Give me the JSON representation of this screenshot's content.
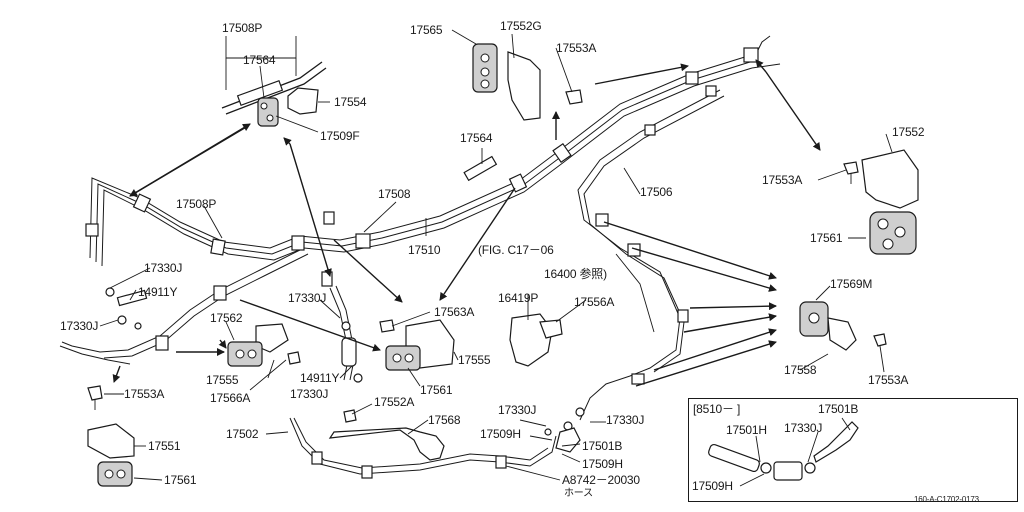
{
  "diagram": {
    "figure_code": "160-A-C1702-0173",
    "reference": {
      "line1": "(FIG. C17－06",
      "line2": "16400 参照)"
    },
    "inset_title": "[8510－         ]",
    "hose_note": "ホース",
    "labels": {
      "p17508P_top": "17508P",
      "p17564_top": "17564",
      "p17554": "17554",
      "p17509F": "17509F",
      "p17565_top": "17565",
      "p17552G": "17552G",
      "p17553A_top": "17553A",
      "p17552": "17552",
      "p17553A_right": "17553A",
      "p17561_right": "17561",
      "p17564_mid": "17564",
      "p17506": "17506",
      "p17508": "17508",
      "p17510": "17510",
      "p17508P_left": "17508P",
      "p17330J_1": "17330J",
      "p14911Y_1": "14911Y",
      "p17330J_2": "17330J",
      "p17562": "17562",
      "p17330J_3": "17330J",
      "p17563A": "17563A",
      "p16419P": "16419P",
      "p17556A": "17556A",
      "p17569M": "17569M",
      "p17555_mid": "17555",
      "p17555_left": "17555",
      "p17566A": "17566A",
      "p14911Y_2": "14911Y",
      "p17330J_4": "17330J",
      "p17561_mid": "17561",
      "p17558": "17558",
      "p17553A_far": "17553A",
      "p17553A_left": "17553A",
      "p17552A": "17552A",
      "p17568": "17568",
      "p17502": "17502",
      "p17330J_5": "17330J",
      "p17330J_6": "17330J",
      "p17509H_1": "17509H",
      "p17501B_1": "17501B",
      "p17509H_2": "17509H",
      "p17551": "17551",
      "p17561_bottom": "17561",
      "pA8742": "A8742－20030",
      "inset_17501B": "17501B",
      "inset_17501H": "17501H",
      "inset_17330J": "17330J",
      "inset_17509H": "17509H"
    }
  }
}
